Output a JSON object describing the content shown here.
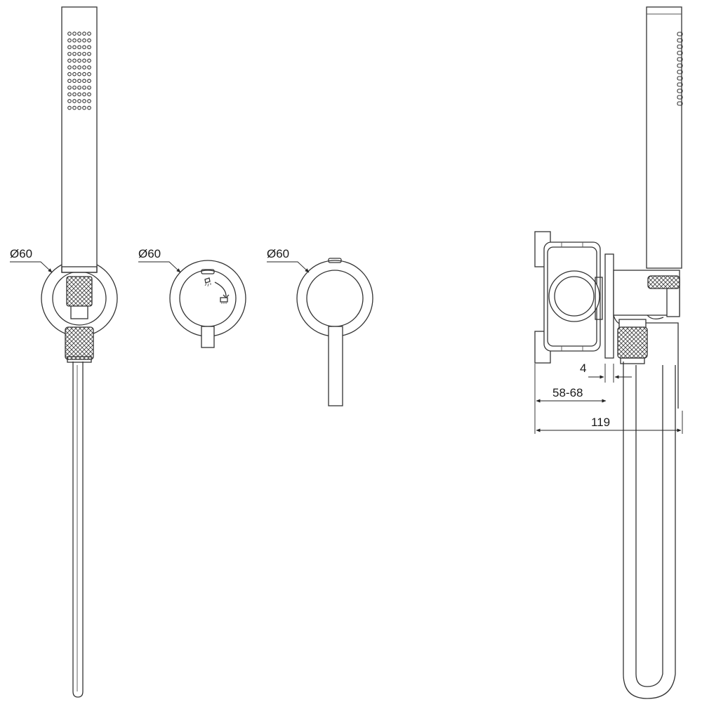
{
  "labels": {
    "diameter_handshower_plate": "Ø60",
    "diameter_diverter_plate": "Ø60",
    "diameter_mixer_plate": "Ø60",
    "dim_offset": "4",
    "dim_wall_depth": "58-68",
    "dim_total_depth": "119"
  }
}
